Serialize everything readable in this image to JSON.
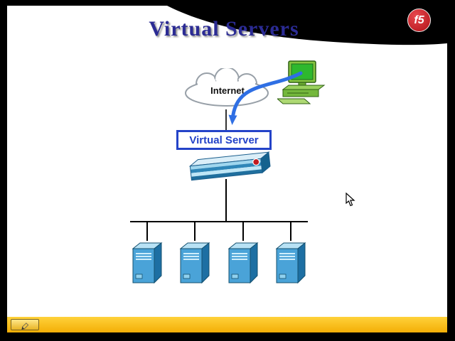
{
  "slide": {
    "title": "Virtual Servers",
    "logo_text": "f5"
  },
  "diagram": {
    "internet_label": "Internet",
    "virtual_server_label": "Virtual Server",
    "server_count": 4
  },
  "toolbar": {
    "pen_tool_icon": "pencil-icon"
  },
  "colors": {
    "title_blue": "#2b2b94",
    "virtual_server_blue": "#2443c8",
    "arrow_blue": "#2f6fe4",
    "f5_red": "#b01218",
    "toolbar_yellow": "#f3ae06",
    "server_blue": "#4aa3d8",
    "computer_green": "#74b83c",
    "cloud_outline_gray": "#98a0a8"
  }
}
